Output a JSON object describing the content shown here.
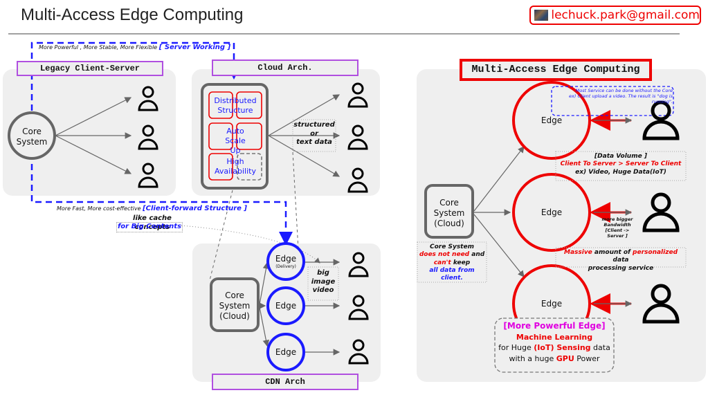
{
  "header": {
    "title": "Multi-Access Edge Computing",
    "email": "lechuck.park@gmail.com"
  },
  "annotations": {
    "server_working_prefix": "More Powerful , More Stable, More Flexible ",
    "server_working_tag": "[ Server Working ]",
    "client_forward_prefix": "More Fast, More cost-effective ",
    "client_forward_tag": "[Client-forward Structure ]",
    "cache_line1": "like cache concepts",
    "cache_line2": "for Big Contents"
  },
  "legacy": {
    "label": "Legacy Client-Server",
    "core": [
      "Core",
      "System"
    ]
  },
  "cloud": {
    "label": "Cloud Arch.",
    "features": [
      "Distributed Structure",
      "Auto Scale Up",
      "High Availability"
    ],
    "data_note": [
      "structured",
      "or",
      "text data"
    ]
  },
  "cdn": {
    "label": "CDN Arch",
    "core": [
      "Core",
      "System",
      "(Cloud)"
    ],
    "edges": [
      "Edge",
      "Edge",
      "Edge"
    ],
    "edge_sub": "(Delivery)",
    "content_note": [
      "big",
      "image",
      "video"
    ]
  },
  "mec": {
    "label": "Multi-Access Edge Computing",
    "core": [
      "Core",
      "System",
      "(Cloud)"
    ],
    "edges": [
      "Edge",
      "Edge",
      "Edge"
    ],
    "service_note_1": "Most Service can be done without the Core",
    "service_note_2": "ex) Client upload a video. The result is \"dog is running\".",
    "data_volume_title": "[Data Volume ]",
    "data_volume_compare": "Client To Server  > Server To Client",
    "data_volume_example": "ex) Video, Huge Data(IoT)",
    "bandwidth": [
      "more bigger",
      "Bandwidth",
      "[Client -> Server ]"
    ],
    "massive_1": "Massive",
    "massive_2": " amount of ",
    "massive_3": "personalized",
    "massive_4": " data",
    "massive_5": "processing service",
    "core_note_1": "Core System",
    "core_note_2a": "does not need",
    "core_note_2b": " and",
    "core_note_3a": "can't",
    "core_note_3b": " keep",
    "core_note_4": "all data from client.",
    "powerful_title": "[More Powerful Edge]",
    "powerful_ml": "Machine Learning",
    "powerful_l3a": "for Huge ",
    "powerful_l3b": "(IoT) Sensing",
    "powerful_l3c": " data",
    "powerful_l4a": "with a huge ",
    "powerful_l4b": "GPU",
    "powerful_l4c": " Power"
  },
  "colors": {
    "red": "#e00000",
    "blue": "#1a1aff",
    "purple": "#b04fe0",
    "magenta": "#e000e0",
    "gray": "#555555",
    "panel": "#efefef"
  }
}
